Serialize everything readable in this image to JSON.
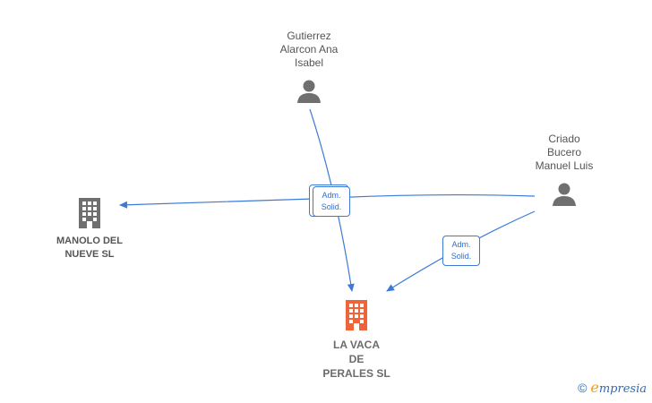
{
  "nodes": {
    "person_top": {
      "lines": [
        "Gutierrez",
        "Alarcon Ana",
        "Isabel"
      ],
      "icon": "person-icon"
    },
    "person_right": {
      "lines": [
        "Criado",
        "Bucero",
        "Manuel Luis"
      ],
      "icon": "person-icon"
    },
    "company_left": {
      "lines": [
        "MANOLO DEL",
        "NUEVE SL"
      ],
      "icon": "building-icon"
    },
    "company_main": {
      "lines": [
        "LA VACA",
        "DE",
        "PERALES SL"
      ],
      "icon": "building-icon"
    }
  },
  "edges": {
    "badge_center": {
      "line1": "Adm.",
      "line2": "Solid."
    },
    "badge_right": {
      "line1": "Adm.",
      "line2": "Solid."
    }
  },
  "colors": {
    "edge": "#3d7ad6",
    "person_icon": "#6f6f6f",
    "company_icon": "#6f6f6f",
    "main_company_icon": "#f0643a"
  },
  "footer": {
    "copyright": "©",
    "brand_initial": "e",
    "brand_rest": "mpresia"
  }
}
